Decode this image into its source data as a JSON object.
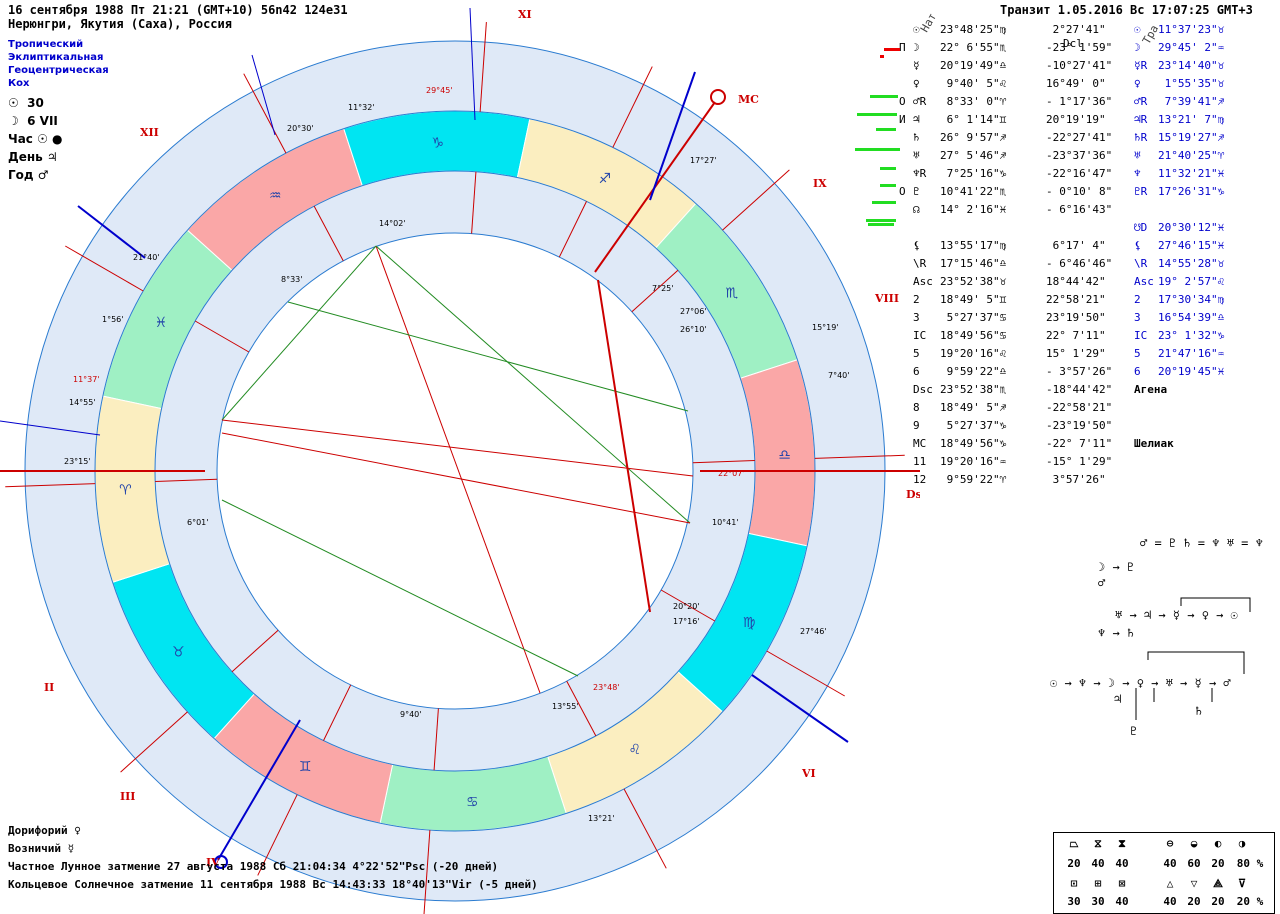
{
  "header": {
    "date_line": "16 сентября 1988  Пт  21:21 (GMT+10) 56n42  124e31",
    "place_line": "Нерюнгри, Якутия (Саха), Россия",
    "transit_line": "Транзит  1.05.2016  Вс 17:07:25 GMT+3"
  },
  "settings": [
    "Тропический",
    "Эклиптикальная",
    "Геоцентрическая",
    "Кох"
  ],
  "side_info": [
    {
      "icon": "☉",
      "value": "30"
    },
    {
      "icon": "☽",
      "value": "6 VII"
    },
    {
      "label": "Час",
      "value": "☉ ●"
    },
    {
      "label": "День",
      "value": "♃"
    },
    {
      "label": "Год",
      "value": "♂"
    }
  ],
  "col_headers": {
    "nat": "Нат",
    "dcl": "Dcl",
    "tra": "Тра"
  },
  "natal_rows": [
    {
      "mark": "",
      "sym": "☉",
      "pos": "23°48'25\"♍",
      "dcl": " 2°27'41\"",
      "tsym": "☉",
      "tpos": "11°37'23\"♉"
    },
    {
      "mark": "П",
      "sym": "☽",
      "pos": "22° 6'55\"♏",
      "dcl": "-23° 1'59\"",
      "tsym": "☽",
      "tpos": "29°45' 2\"♒"
    },
    {
      "mark": "",
      "sym": "☿",
      "pos": "20°19'49\"♎",
      "dcl": "-10°27'41\"",
      "tsym": "☿R",
      "tpos": "23°14'40\"♉"
    },
    {
      "mark": "",
      "sym": "♀",
      "pos": " 9°40' 5\"♌",
      "dcl": "16°49' 0\"",
      "tsym": "♀",
      "tpos": " 1°55'35\"♉"
    },
    {
      "mark": "О",
      "sym": "♂R",
      "pos": " 8°33' 0\"♈",
      "dcl": "- 1°17'36\"",
      "tsym": "♂R",
      "tpos": " 7°39'41\"♐"
    },
    {
      "mark": "И",
      "sym": "♃",
      "pos": " 6° 1'14\"♊",
      "dcl": "20°19'19\"",
      "tsym": "♃R",
      "tpos": "13°21' 7\"♍"
    },
    {
      "mark": "",
      "sym": "♄",
      "pos": "26° 9'57\"♐",
      "dcl": "-22°27'41\"",
      "tsym": "♄R",
      "tpos": "15°19'27\"♐"
    },
    {
      "mark": "",
      "sym": "♅",
      "pos": "27° 5'46\"♐",
      "dcl": "-23°37'36\"",
      "tsym": "♅",
      "tpos": "21°40'25\"♈"
    },
    {
      "mark": "",
      "sym": "♆R",
      "pos": " 7°25'16\"♑",
      "dcl": "-22°16'47\"",
      "tsym": "♆",
      "tpos": "11°32'21\"♓"
    },
    {
      "mark": "О",
      "sym": "♇",
      "pos": "10°41'22\"♏",
      "dcl": "- 0°10' 8\"",
      "tsym": "♇R",
      "tpos": "17°26'31\"♑"
    },
    {
      "mark": "",
      "sym": "☊",
      "pos": "14° 2'16\"♓",
      "dcl": "- 6°16'43\"",
      "tsym": "",
      "tpos": ""
    },
    {
      "mark": "",
      "sym": "",
      "pos": "",
      "dcl": "",
      "tsym": "☋D",
      "tpos": "20°30'12\"♓"
    },
    {
      "mark": "",
      "sym": "⚸",
      "pos": "13°55'17\"♍",
      "dcl": " 6°17' 4\"",
      "tsym": "⚸",
      "tpos": "27°46'15\"♓"
    },
    {
      "mark": "",
      "sym": "\\R",
      "pos": "17°15'46\"♎",
      "dcl": "- 6°46'46\"",
      "tsym": "\\R",
      "tpos": "14°55'28\"♉"
    },
    {
      "mark": "",
      "sym": "Asc",
      "pos": "23°52'38\"♉",
      "dcl": "18°44'42\"",
      "tsym": "Asc",
      "tpos": "19° 2'57\"♌"
    },
    {
      "mark": "",
      "sym": "2",
      "pos": "18°49' 5\"♊",
      "dcl": "22°58'21\"",
      "tsym": "2",
      "tpos": "17°30'34\"♍"
    },
    {
      "mark": "",
      "sym": "3",
      "pos": " 5°27'37\"♋",
      "dcl": "23°19'50\"",
      "tsym": "3",
      "tpos": "16°54'39\"♎"
    },
    {
      "mark": "",
      "sym": "IC",
      "pos": "18°49'56\"♋",
      "dcl": "22° 7'11\"",
      "tsym": "IC",
      "tpos": "23° 1'32\"♑"
    },
    {
      "mark": "",
      "sym": "5",
      "pos": "19°20'16\"♌",
      "dcl": "15° 1'29\"",
      "tsym": "5",
      "tpos": "21°47'16\"♒"
    },
    {
      "mark": "",
      "sym": "6",
      "pos": " 9°59'22\"♎",
      "dcl": "- 3°57'26\"",
      "tsym": "6",
      "tpos": "20°19'45\"♓"
    },
    {
      "mark": "",
      "sym": "Dsc",
      "pos": "23°52'38\"♏",
      "dcl": "-18°44'42\"",
      "tsym": "Агена",
      "tpos": ""
    },
    {
      "mark": "",
      "sym": "8",
      "pos": "18°49' 5\"♐",
      "dcl": "-22°58'21\"",
      "tsym": "",
      "tpos": ""
    },
    {
      "mark": "",
      "sym": "9",
      "pos": " 5°27'37\"♑",
      "dcl": "-23°19'50\"",
      "tsym": "",
      "tpos": ""
    },
    {
      "mark": "",
      "sym": "MC",
      "pos": "18°49'56\"♑",
      "dcl": "-22° 7'11\"",
      "tsym": "Шелиак",
      "tpos": ""
    },
    {
      "mark": "",
      "sym": "11",
      "pos": "19°20'16\"♒",
      "dcl": "-15° 1'29\"",
      "tsym": "",
      "tpos": ""
    },
    {
      "mark": "",
      "sym": "12",
      "pos": " 9°59'22\"♈",
      "dcl": " 3°57'26\"",
      "tsym": "",
      "tpos": ""
    }
  ],
  "formulas": {
    "f1": "♂ = ♇ ♄ = ♆ ♅ = ♆",
    "f2": "☽ → ♇",
    "f3": "♂",
    "f4": "♅ → ♃ → ☿ → ♀ → ☉",
    "f5": "♆ → ♄",
    "f6": "☉ → ♆ → ☽ → ♀ → ♅ → ☿ → ♂",
    "f7": "♃",
    "f8": "♄",
    "f9": "♇"
  },
  "bottom": {
    "doriphory": "Дорифорий  ♀",
    "voznichiy": "Возничий  ☿",
    "lunar_eclipse": "Частное Лунное затмение 27 августа 1988 Сб 21:04:34  4°22'52\"Psc (-20 дней)",
    "solar_eclipse": "Кольцевое Солнечное затмение 11 сентября 1988 Вс 14:43:33 18°40'13\"Vir (-5 дней)"
  },
  "aspect_stats": {
    "row1": [
      "20",
      "40",
      "40",
      "40",
      "60",
      "20",
      "80 %"
    ],
    "row2": [
      "30",
      "30",
      "40",
      "40",
      "20",
      "20",
      "20 %"
    ]
  },
  "wheel": {
    "houses": [
      "XI",
      "XII",
      "MC",
      "IX",
      "VIII",
      "II",
      "III",
      "IV",
      "VI",
      "Dsc"
    ],
    "signs": [
      "♓",
      "♒",
      "♑",
      "♐",
      "♏",
      "♎",
      "♍",
      "♌",
      "♋",
      "♊",
      "♉",
      "♈"
    ],
    "planet_labels": [
      "20°30'",
      "11°32'",
      "29°45'",
      "17°27'",
      "21°40'",
      "8°33'",
      "1°56'",
      "11°37'",
      "14°55'",
      "23°15'",
      "14°02'",
      "7°25'",
      "27°06'",
      "26°10'",
      "15°19'",
      "7°40'",
      "22°07'",
      "10°41'",
      "20°20'",
      "17°16'",
      "27°46'",
      "6°01'",
      "9°40'",
      "13°55'",
      "23°48'",
      "13°21'"
    ]
  }
}
